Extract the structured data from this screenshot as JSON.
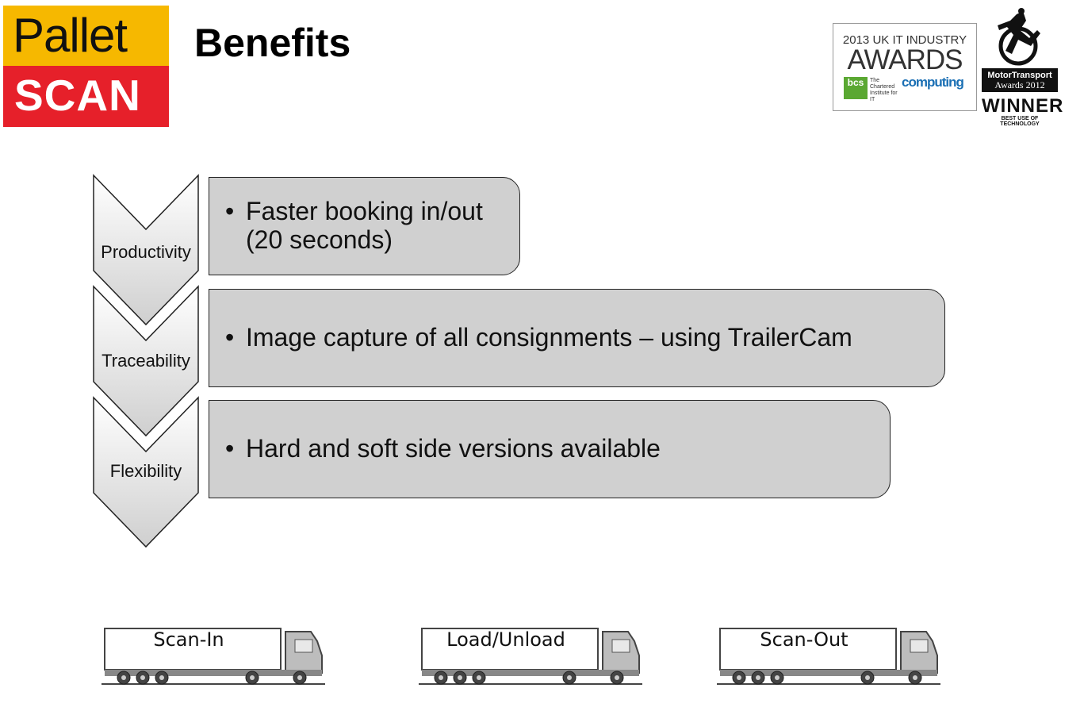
{
  "logo": {
    "line1": "Pallet",
    "line2": "SCAN",
    "colors": {
      "top": "#f6b800",
      "bottom": "#e6202a"
    }
  },
  "title": "Benefits",
  "award1": {
    "line1": "2013 UK IT INDUSTRY",
    "line2": "AWARDS",
    "bcs": "bcs",
    "bcs_sub": "The Chartered Institute for IT",
    "brand": "computing"
  },
  "award2": {
    "line1": "MotorTransport",
    "line2": "Awards 2012",
    "line3": "WINNER",
    "line4": "BEST USE OF TECHNOLOGY"
  },
  "benefits": [
    {
      "label": "Productivity",
      "lines": [
        "Faster booking in/out",
        "(20 seconds)"
      ]
    },
    {
      "label": "Traceability",
      "lines": [
        "Image capture of all consignments – using TrailerCam"
      ]
    },
    {
      "label": "Flexibility",
      "lines": [
        "Hard and soft side versions available"
      ]
    }
  ],
  "trucks": [
    {
      "label": "Scan-In",
      "icon": "truck-icon"
    },
    {
      "label": "Load/Unload",
      "icon": "truck-icon"
    },
    {
      "label": "Scan-Out",
      "icon": "truck-icon"
    }
  ]
}
